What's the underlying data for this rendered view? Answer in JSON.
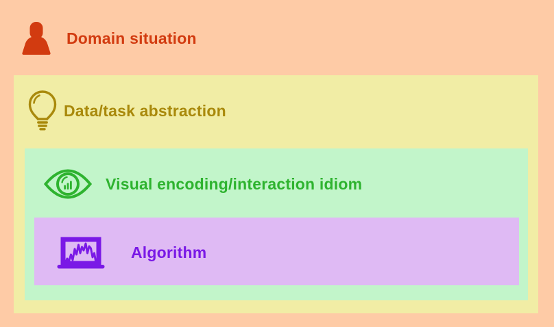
{
  "levels": [
    {
      "label": "Domain situation",
      "icon": "person-icon",
      "bg": "#FECBA6",
      "fg": "#D23B10"
    },
    {
      "label": "Data/task abstraction",
      "icon": "lightbulb-icon",
      "bg": "#F1EDA5",
      "fg": "#A9890B"
    },
    {
      "label": "Visual encoding/interaction idiom",
      "icon": "eye-barchart-icon",
      "bg": "#C2F5CA",
      "fg": "#2EB32F"
    },
    {
      "label": "Algorithm",
      "icon": "laptop-linechart-icon",
      "bg": "#DFBAF4",
      "fg": "#7A19E6"
    }
  ]
}
